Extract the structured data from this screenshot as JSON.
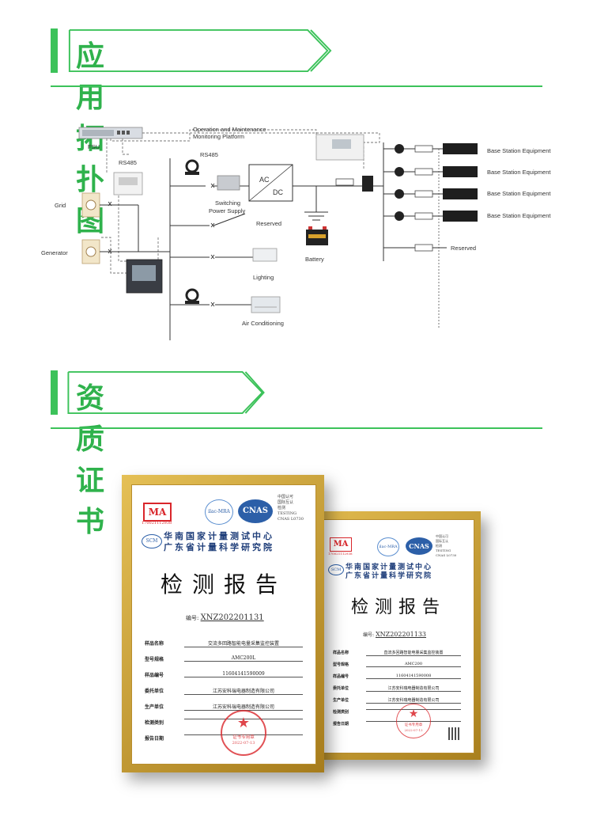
{
  "sections": {
    "topology_title": "应用拓扑图",
    "certificate_title": "资质证书"
  },
  "diagram": {
    "fsu_label": "FSU",
    "platform_label_line1": "Operation and Maintenance",
    "platform_label_line2": "Monitoring Platform",
    "rs485_top": "RS485",
    "rs485_left": "RS485",
    "grid_label": "Grid",
    "generator_label": "Generator",
    "ac_label": "AC",
    "dc_label": "DC",
    "switching_label_line1": "Switching",
    "switching_label_line2": "Power Supply",
    "reserved_left": "Reserved",
    "lighting_label": "Lighting",
    "air_label": "Air Conditioning",
    "battery_label": "Battery",
    "bse_label": "Base Station Equipment",
    "reserved_right": "Reserved"
  },
  "certificates": [
    {
      "ma_code": "170021112938",
      "cnas_side_1": "中国认可",
      "cnas_side_2": "国际互认",
      "cnas_side_3": "检测",
      "cnas_side_4": "TESTING",
      "cnas_side_5": "CNAS L0730",
      "institute_1": "华南国家计量测试中心",
      "institute_2": "广东省计量科学研究院",
      "report_title": "检测报告",
      "number_label": "编号:",
      "number_value": "XNZ202201131",
      "rows": [
        {
          "label": "样品名称",
          "value": "交流多回路智能电量采集监控装置"
        },
        {
          "label": "型号规格",
          "value": "AMC200L"
        },
        {
          "label": "样品编号",
          "value": "11604141590009"
        },
        {
          "label": "委托单位",
          "value": "江苏安科瑞电器制造有限公司"
        },
        {
          "label": "生产单位",
          "value": "江苏安科瑞电器制造有限公司"
        },
        {
          "label": "检测类别",
          "value": ""
        },
        {
          "label": "报告日期",
          "value": ""
        }
      ],
      "stamp_text": "证书专用章",
      "stamp_date": "2022-07-13"
    },
    {
      "ma_code": "170021112938",
      "cnas_side_1": "中国认可",
      "cnas_side_2": "国际互认",
      "cnas_side_3": "检测",
      "cnas_side_4": "TESTING",
      "cnas_side_5": "CNAS L0730",
      "institute_1": "华南国家计量测试中心",
      "institute_2": "广东省计量科学研究院",
      "report_title": "检测报告",
      "number_label": "编号:",
      "number_value": "XNZ202201133",
      "rows": [
        {
          "label": "样品名称",
          "value": "直流多回路智能电量采集监控装置"
        },
        {
          "label": "型号规格",
          "value": "AMC200"
        },
        {
          "label": "样品编号",
          "value": "11604141590008"
        },
        {
          "label": "委托单位",
          "value": "江苏安科瑞电器制造有限公司"
        },
        {
          "label": "生产单位",
          "value": "江苏安科瑞电器制造有限公司"
        },
        {
          "label": "检测类别",
          "value": ""
        },
        {
          "label": "报告日期",
          "value": ""
        }
      ],
      "stamp_text": "证书专用章",
      "stamp_date": "2022-07-13"
    }
  ],
  "colors": {
    "accent": "#3cc25a",
    "frame": "#c9a23b",
    "stamp": "#d9262b"
  }
}
